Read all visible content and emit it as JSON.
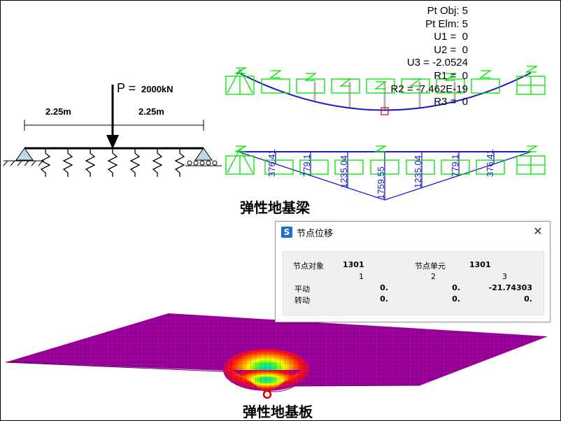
{
  "beam_diagram": {
    "load_label": "P =",
    "load_value": "2000kN",
    "span_left": "2.25m",
    "span_right": "2.25m"
  },
  "readout": [
    "Pt Obj: 5",
    "Pt Elm: 5",
    "U1 =  0",
    "U2 =  0",
    "U3 = -2.0524",
    "R1 =  0",
    "R2 = -7.462E-19",
    "R3 =  0"
  ],
  "moment_labels": [
    "376.41",
    "779.1",
    "1235.04",
    "1759.55",
    "1235.04",
    "779.1",
    "376.41"
  ],
  "captions": {
    "beam": "弹性地基梁",
    "plate": "弹性地基板"
  },
  "dialog": {
    "title": "节点位移",
    "close_symbol": "✕",
    "obj_label": "节点对象",
    "obj_value": "1301",
    "elm_label": "节点单元",
    "elm_value": "1301",
    "col_headers": [
      "1",
      "2",
      "3"
    ],
    "rows": [
      {
        "label": "平动",
        "values": [
          "0.",
          "0.",
          "-21.74303"
        ]
      },
      {
        "label": "转动",
        "values": [
          "0.",
          "0.",
          "0."
        ]
      }
    ]
  },
  "colors": {
    "model": "#00e000",
    "line": "#1a1acc",
    "mesh": "#a000a0",
    "support": "#bcd8e6",
    "selection": "#e00000"
  }
}
